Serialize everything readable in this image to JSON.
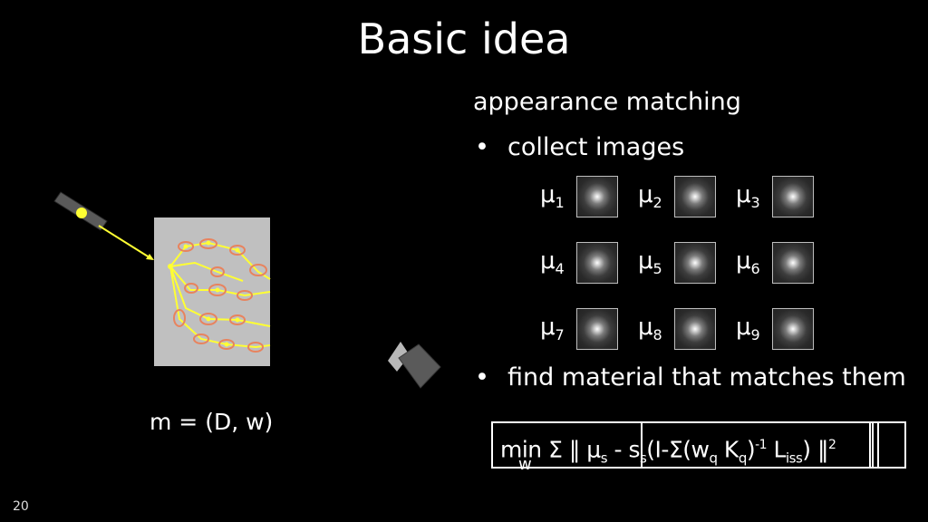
{
  "slide": {
    "title": "Basic idea",
    "subtitle": "appearance matching",
    "bullets": [
      "collect images",
      "find material that matches them"
    ],
    "bullet_symbol": "•",
    "grid": [
      {
        "symbol": "μ",
        "index": "1"
      },
      {
        "symbol": "μ",
        "index": "2"
      },
      {
        "symbol": "μ",
        "index": "3"
      },
      {
        "symbol": "μ",
        "index": "4"
      },
      {
        "symbol": "μ",
        "index": "5"
      },
      {
        "symbol": "μ",
        "index": "6"
      },
      {
        "symbol": "μ",
        "index": "7"
      },
      {
        "symbol": "μ",
        "index": "8"
      },
      {
        "symbol": "μ",
        "index": "9"
      }
    ],
    "formula": {
      "part1": "min Σ ‖ μ",
      "sub1": "s",
      "part2": " - ",
      "overlap": "s",
      "sub2": "s",
      "part3": "(I-Σ(w",
      "sub3": "q",
      "part4": " K",
      "sub4": "q",
      "part5": ")",
      "sup5": "-1",
      "part6": " L",
      "sub6": "iss",
      "part7": ")",
      "tail": " ‖",
      "sup_tail": "2",
      "under": "w"
    },
    "model_label": "m = (D, w)",
    "page_number": "20"
  },
  "colors": {
    "background": "#000000",
    "text": "#ffffff",
    "medium": "#c0c0c0",
    "path": "#ffff33",
    "scatter": "#e8835e",
    "camera": "#5a5a5a"
  },
  "icons": {
    "light_source": "flashlight-icon",
    "camera": "camera-icon"
  }
}
